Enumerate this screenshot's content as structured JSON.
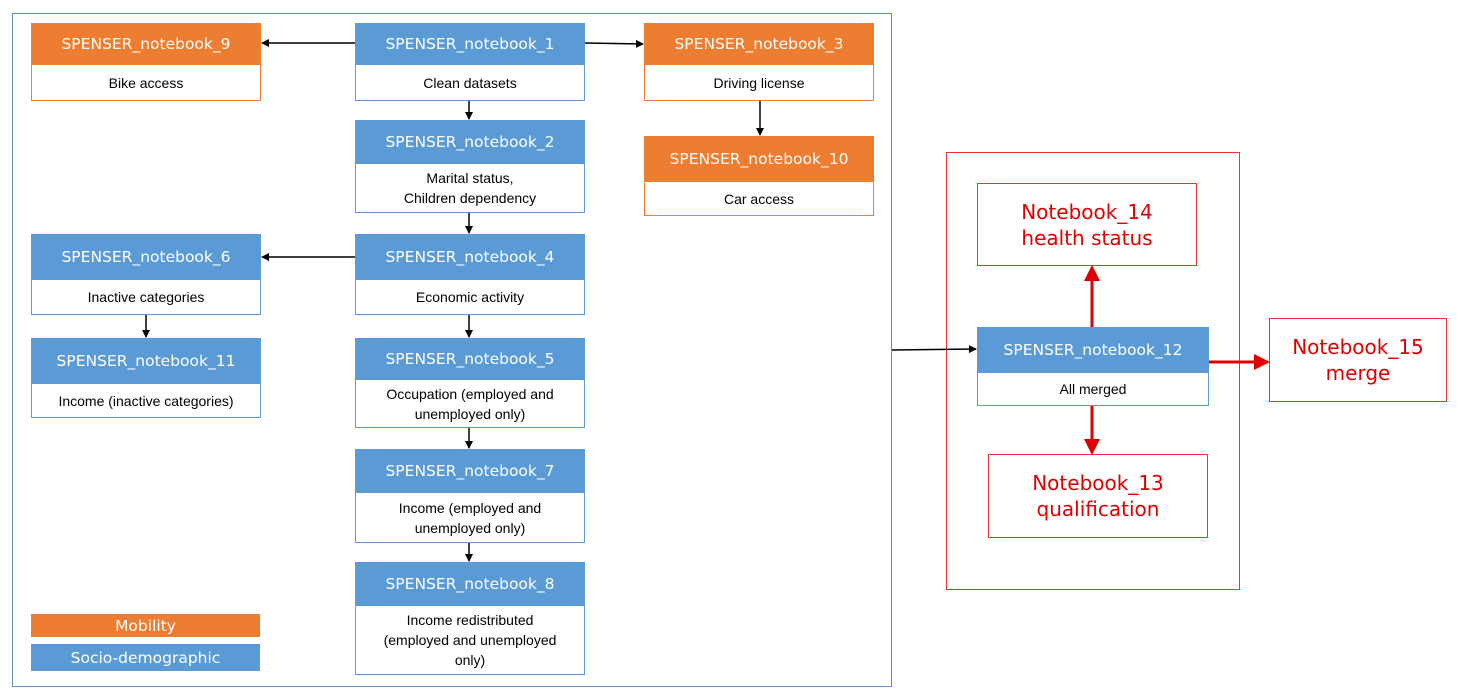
{
  "nodes": {
    "nb1": {
      "title": "SPENSER_notebook_1",
      "label": "Clean datasets"
    },
    "nb2": {
      "title": "SPENSER_notebook_2",
      "label": "Marital status,\nChildren dependency"
    },
    "nb3": {
      "title": "SPENSER_notebook_3",
      "label": "Driving license"
    },
    "nb4": {
      "title": "SPENSER_notebook_4",
      "label": "Economic activity"
    },
    "nb5": {
      "title": "SPENSER_notebook_5",
      "label": "Occupation (employed and\nunemployed only)"
    },
    "nb6": {
      "title": "SPENSER_notebook_6",
      "label": "Inactive categories"
    },
    "nb7": {
      "title": "SPENSER_notebook_7",
      "label": "Income (employed and\nunemployed only)"
    },
    "nb8": {
      "title": "SPENSER_notebook_8",
      "label": "Income redistributed\n(employed and unemployed\nonly)"
    },
    "nb9": {
      "title": "SPENSER_notebook_9",
      "label": "Bike access"
    },
    "nb10": {
      "title": "SPENSER_notebook_10",
      "label": "Car access"
    },
    "nb11": {
      "title": "SPENSER_notebook_11",
      "label": "Income (inactive categories)"
    },
    "nb12": {
      "title": "SPENSER_notebook_12",
      "label": "All merged"
    }
  },
  "red_nodes": {
    "nb13": "Notebook_13\nqualification",
    "nb14": "Notebook_14\nhealth status",
    "nb15": "Notebook_15\nmerge"
  },
  "legend": {
    "mobility": "Mobility",
    "socio": "Socio-demographic"
  },
  "colors": {
    "mobility": "#ed7d31",
    "socio": "#5b9bd5",
    "frame": "#5b8fc9",
    "new_notebooks": "#e00000"
  }
}
